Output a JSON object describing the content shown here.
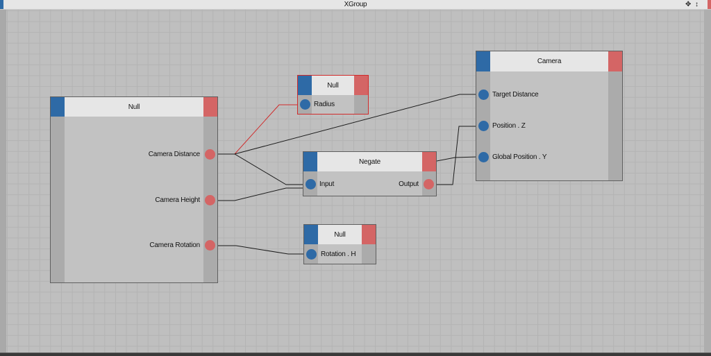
{
  "window": {
    "title": "XGroup",
    "controls": [
      {
        "name": "move-icon",
        "glyph": "✥"
      },
      {
        "name": "resize-vertical-icon",
        "glyph": "↕"
      }
    ]
  },
  "colors": {
    "input_port": "#2e6aa6",
    "output_port": "#d46565",
    "selected_border": "#d02a2a",
    "wire": "#1a1a1a",
    "selected_wire": "#d02a2a"
  },
  "nodes": {
    "null_main": {
      "title": "Null",
      "outputs": [
        "Camera Distance",
        "Camera Height",
        "Camera Rotation"
      ]
    },
    "null_radius": {
      "title": "Null",
      "selected": true,
      "inputs": [
        "Radius"
      ]
    },
    "negate": {
      "title": "Negate",
      "inputs": [
        "Input"
      ],
      "outputs": [
        "Output"
      ]
    },
    "null_rotation": {
      "title": "Null",
      "inputs": [
        "Rotation . H"
      ]
    },
    "camera": {
      "title": "Camera",
      "inputs": [
        "Target Distance",
        "Position . Z",
        "Global Position . Y"
      ]
    }
  },
  "connections": [
    {
      "from": "Null.Camera Distance",
      "to": "Null.Radius",
      "selected": true
    },
    {
      "from": "Null.Camera Distance",
      "to": "Camera.Target Distance"
    },
    {
      "from": "Null.Camera Distance",
      "to": "Negate.Input"
    },
    {
      "from": "Null.Camera Height",
      "to": "Negate.Input"
    },
    {
      "from": "Null.Camera Height",
      "to": "Camera.Global Position . Y"
    },
    {
      "from": "Negate.Output",
      "to": "Camera.Position . Z"
    },
    {
      "from": "Null.Camera Rotation",
      "to": "Null.Rotation . H"
    }
  ]
}
